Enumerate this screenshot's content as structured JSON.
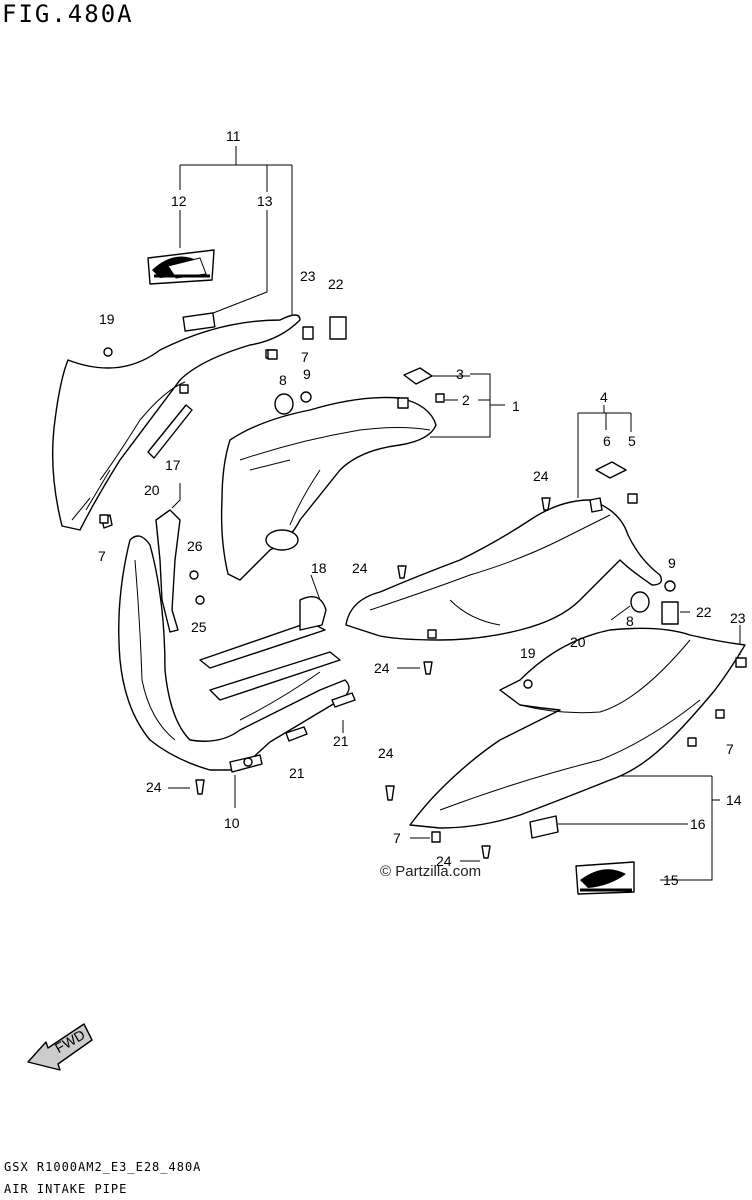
{
  "figure": {
    "title": "FIG.480A",
    "footer_code": "GSX R1000AM2_E3_E28_480A",
    "footer_name": "AIR INTAKE PIPE",
    "watermark": "© Partzilla.com",
    "fwd_label": "FWD"
  },
  "callouts": [
    "1",
    "2",
    "3",
    "4",
    "5",
    "6",
    "7",
    "7",
    "7",
    "7",
    "8",
    "8",
    "9",
    "9",
    "10",
    "11",
    "12",
    "13",
    "14",
    "15",
    "16",
    "18",
    "17",
    "19",
    "19",
    "20",
    "20",
    "21",
    "21",
    "22",
    "22",
    "23",
    "23",
    "24",
    "24",
    "24",
    "24",
    "24",
    "24",
    "25",
    "26"
  ]
}
